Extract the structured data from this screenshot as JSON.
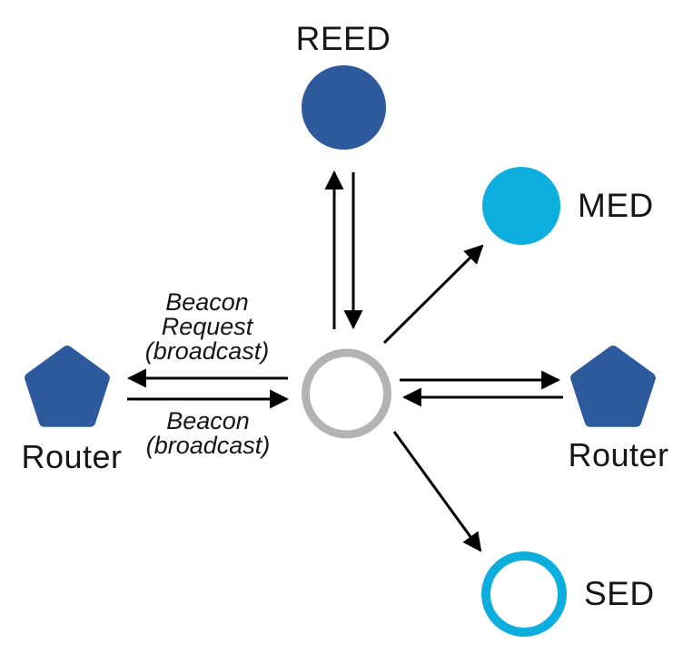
{
  "diagram": {
    "type": "network-topology",
    "nodes": {
      "reed": {
        "label": "REED",
        "shape": "circle",
        "style": "filled"
      },
      "med": {
        "label": "MED",
        "shape": "circle",
        "style": "filled"
      },
      "sed": {
        "label": "SED",
        "shape": "circle",
        "style": "outlined"
      },
      "router_left": {
        "label": "Router",
        "shape": "pentagon",
        "style": "filled"
      },
      "router_right": {
        "label": "Router",
        "shape": "pentagon",
        "style": "filled"
      },
      "center": {
        "label": "",
        "shape": "circle",
        "style": "outlined"
      }
    },
    "annotations": {
      "beacon_request": {
        "lines": [
          "Beacon",
          "Request",
          "(broadcast)"
        ]
      },
      "beacon": {
        "lines": [
          "Beacon",
          "(broadcast)"
        ]
      }
    },
    "colors": {
      "node_blue": "#2d5a9d",
      "node_cyan": "#0caedd",
      "center_ring_gray": "#b3b3b3",
      "arrow_black": "#000000",
      "label_text": "#161616",
      "background": "#ffffff"
    }
  }
}
